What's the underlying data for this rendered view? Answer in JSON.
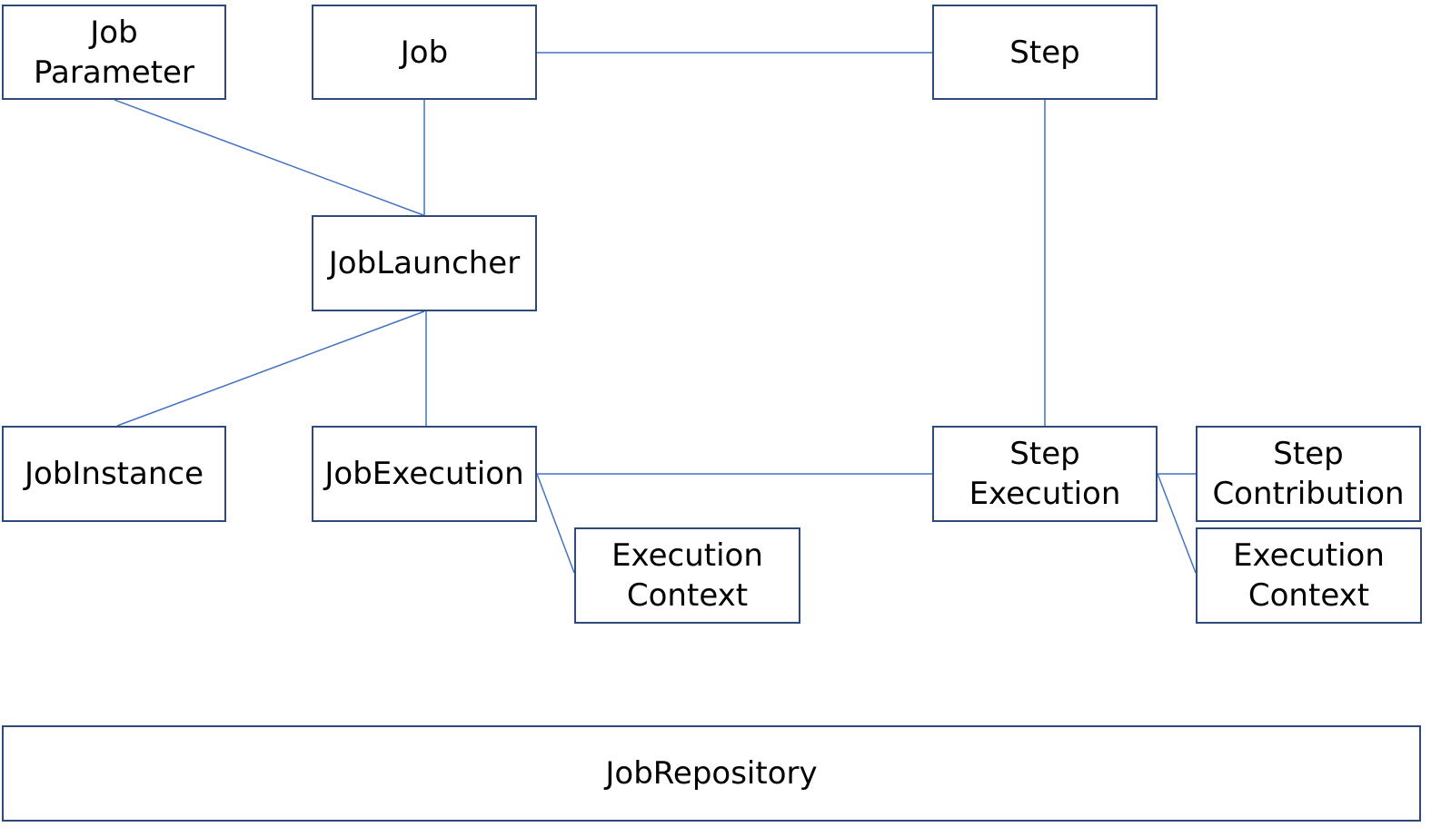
{
  "nodes": {
    "job_parameter": "Job\nParameter",
    "job": "Job",
    "step": "Step",
    "job_launcher": "JobLauncher",
    "job_instance": "JobInstance",
    "job_execution": "JobExecution",
    "step_execution": "Step\nExecution",
    "step_contribution": "Step\nContribution",
    "execution_context_1": "Execution\nContext",
    "execution_context_2": "Execution\nContext",
    "job_repository": "JobRepository"
  },
  "colors": {
    "connector": "#4472c4",
    "border": "#2f4a7a"
  }
}
